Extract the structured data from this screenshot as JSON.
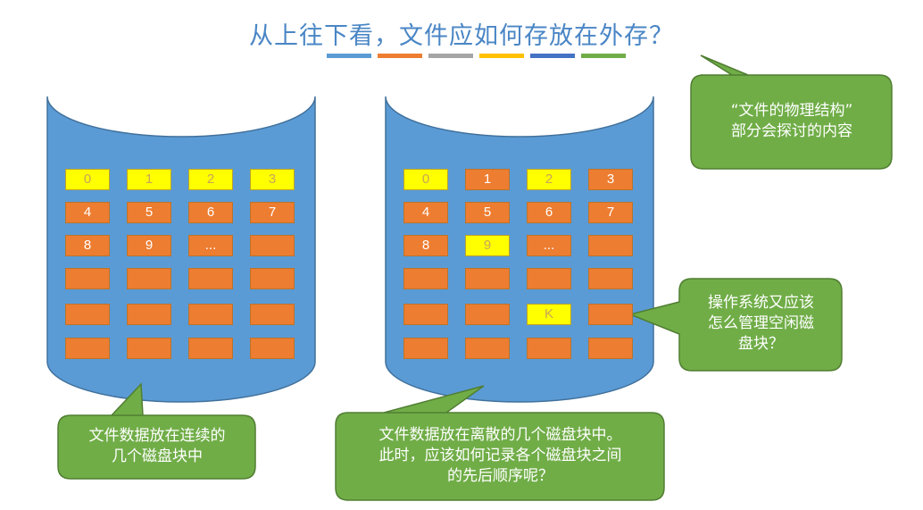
{
  "title": "从上往下看，文件应如何存放在外存？",
  "palette": {
    "title": "#4a86c5",
    "cylinder_fill": "#5b9bd5",
    "cylinder_stroke": "#41719c",
    "block_orange": "#ed7d31",
    "block_yellow": "#ffff00",
    "callout_fill": "#70ad47",
    "callout_stroke": "#507e32",
    "bars": [
      "#5b9bd5",
      "#ed7d31",
      "#a5a5a5",
      "#ffc000",
      "#4472c4",
      "#70ad47"
    ]
  },
  "left_disk": {
    "rows": [
      [
        {
          "label": "0",
          "color": "yellow"
        },
        {
          "label": "1",
          "color": "yellow"
        },
        {
          "label": "2",
          "color": "yellow"
        },
        {
          "label": "3",
          "color": "yellow"
        }
      ],
      [
        {
          "label": "4",
          "color": "orange"
        },
        {
          "label": "5",
          "color": "orange"
        },
        {
          "label": "6",
          "color": "orange"
        },
        {
          "label": "7",
          "color": "orange"
        }
      ],
      [
        {
          "label": "8",
          "color": "orange"
        },
        {
          "label": "9",
          "color": "orange"
        },
        {
          "label": "...",
          "color": "orange"
        },
        {
          "label": "",
          "color": "orange"
        }
      ],
      [
        {
          "label": "",
          "color": "orange"
        },
        {
          "label": "",
          "color": "orange"
        },
        {
          "label": "",
          "color": "orange"
        },
        {
          "label": "",
          "color": "orange"
        }
      ],
      [
        {
          "label": "",
          "color": "orange"
        },
        {
          "label": "",
          "color": "orange"
        },
        {
          "label": "",
          "color": "orange"
        },
        {
          "label": "",
          "color": "orange"
        }
      ],
      [
        {
          "label": "",
          "color": "orange"
        },
        {
          "label": "",
          "color": "orange"
        },
        {
          "label": "",
          "color": "orange"
        },
        {
          "label": "",
          "color": "orange"
        }
      ]
    ]
  },
  "right_disk": {
    "rows": [
      [
        {
          "label": "0",
          "color": "yellow"
        },
        {
          "label": "1",
          "color": "orange"
        },
        {
          "label": "2",
          "color": "yellow"
        },
        {
          "label": "3",
          "color": "orange"
        }
      ],
      [
        {
          "label": "4",
          "color": "orange"
        },
        {
          "label": "5",
          "color": "orange"
        },
        {
          "label": "6",
          "color": "orange"
        },
        {
          "label": "7",
          "color": "orange"
        }
      ],
      [
        {
          "label": "8",
          "color": "orange"
        },
        {
          "label": "9",
          "color": "yellow"
        },
        {
          "label": "...",
          "color": "orange"
        },
        {
          "label": "",
          "color": "orange"
        }
      ],
      [
        {
          "label": "",
          "color": "orange"
        },
        {
          "label": "",
          "color": "orange"
        },
        {
          "label": "",
          "color": "orange"
        },
        {
          "label": "",
          "color": "orange"
        }
      ],
      [
        {
          "label": "",
          "color": "orange"
        },
        {
          "label": "",
          "color": "orange"
        },
        {
          "label": "K",
          "color": "yellow"
        },
        {
          "label": "",
          "color": "orange"
        }
      ],
      [
        {
          "label": "",
          "color": "orange"
        },
        {
          "label": "",
          "color": "orange"
        },
        {
          "label": "",
          "color": "orange"
        },
        {
          "label": "",
          "color": "orange"
        }
      ]
    ]
  },
  "callouts": {
    "top_right": [
      "“文件的物理结构”",
      "部分会探讨的内容"
    ],
    "left_bottom": [
      "文件数据放在连续的",
      "几个磁盘块中"
    ],
    "right_bottom": [
      "文件数据放在离散的几个磁盘块中。",
      "此时，应该如何记录各个磁盘块之间",
      "的先后顺序呢？"
    ],
    "right_mid": [
      "操作系统又应该",
      "怎么管理空闲磁",
      "盘块？"
    ]
  }
}
